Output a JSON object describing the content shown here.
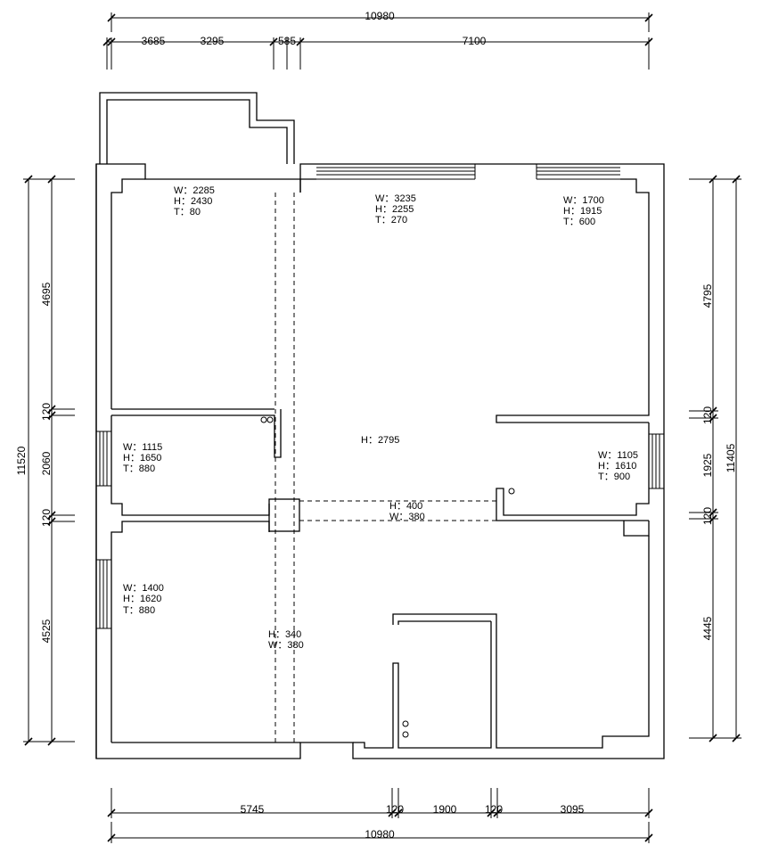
{
  "dimensions": {
    "top_total": "10980",
    "top_segments": [
      "3685",
      "3295",
      "585",
      "7100"
    ],
    "bottom_total": "10980",
    "bottom_segments": [
      "5745",
      "120",
      "1900",
      "120",
      "3095"
    ],
    "left_total": "11520",
    "left_segments": [
      "4695",
      "120",
      "2060",
      "120",
      "4525"
    ],
    "right_total": "11405",
    "right_segments": [
      "4795",
      "120",
      "1925",
      "120",
      "4445"
    ]
  },
  "openings": [
    {
      "w": "W：2285",
      "h": "H：2430",
      "t": "T：80"
    },
    {
      "w": "W：3235",
      "h": "H：2255",
      "t": "T：270"
    },
    {
      "w": "W：1700",
      "h": "H：1915",
      "t": "T：600"
    },
    {
      "w": "W：1115",
      "h": "H：1650",
      "t": "T：880"
    },
    {
      "w": "W：1105",
      "h": "H：1610",
      "t": "T：900"
    },
    {
      "w": "W：1400",
      "h": "H：1620",
      "t": "T：880"
    }
  ],
  "beams": [
    {
      "h": "H：400",
      "w": "W：380"
    },
    {
      "h": "H：340",
      "w": "W：380"
    }
  ],
  "ceiling_height": "H：2795"
}
